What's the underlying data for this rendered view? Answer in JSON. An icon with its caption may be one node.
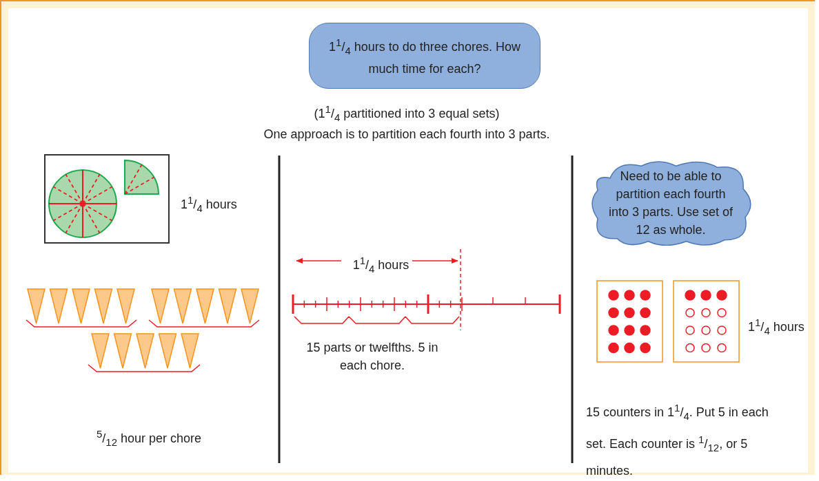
{
  "diagram": {
    "nodes": [
      {
        "text": [
          "1$^{1}$/$_{4}$ hours to do three chores. How much time for each?"
        ]
      },
      {
        "text": [
          "Need to be able to partition each fourth into 3 parts. Use set of 12 as whole."
        ]
      }
    ],
    "labels": [
      "(1$^{1}$/$_{4}$ partitioned into 3 equal sets)",
      "One approach is to partition each fourth into 3 parts.",
      "1$^{1}$/$_{4}$ hours",
      "1$^{1}$/$_{4}$ hours",
      "15 parts or twelfths. 5 in each chore.",
      "1$^{1}$/$_{4}$ hours",
      "$^{5}$/$_{12}$ hour per chore",
      "15 counters in 1$^{1}$/$_{4}$. Put 5 in each set. Each counter is $^{1}$/$_{12}$, or 5 minutes."
    ]
  }
}
